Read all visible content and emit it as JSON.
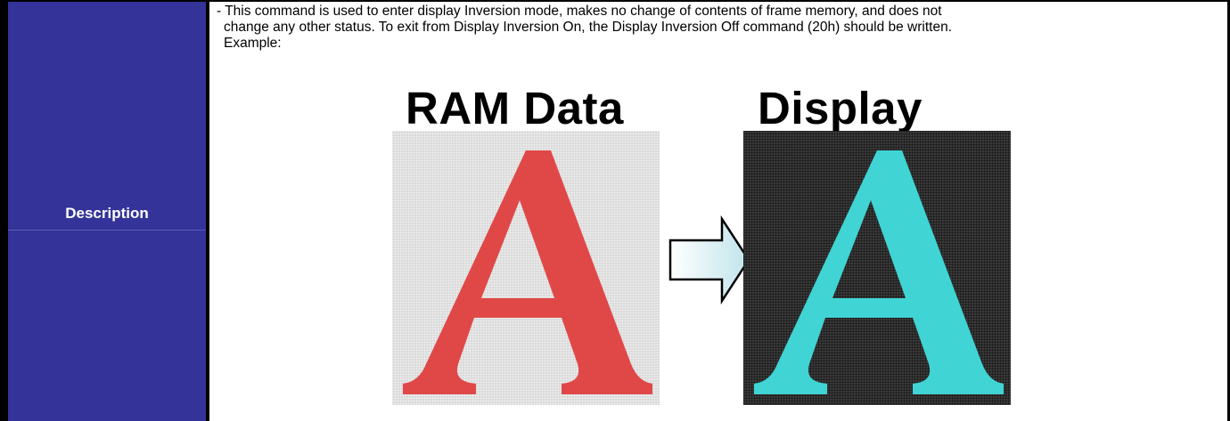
{
  "row": {
    "label": "Description",
    "description_lines": [
      "- This command is used to enter display Inversion mode, makes no change of contents of frame memory, and does not",
      "change any other status. To exit from Display Inversion On, the Display Inversion Off command (20h) should be written.",
      "Example:"
    ]
  },
  "figure": {
    "left_title": "RAM Data",
    "right_title": "Display",
    "glyph": "A",
    "colors": {
      "ram_background": "#d9d9d9",
      "ram_glyph": "#e04848",
      "display_background": "#3a3a3a",
      "display_glyph": "#40d4d4",
      "label_cell": "#333399"
    },
    "arrow_icon": "right-arrow-icon"
  }
}
